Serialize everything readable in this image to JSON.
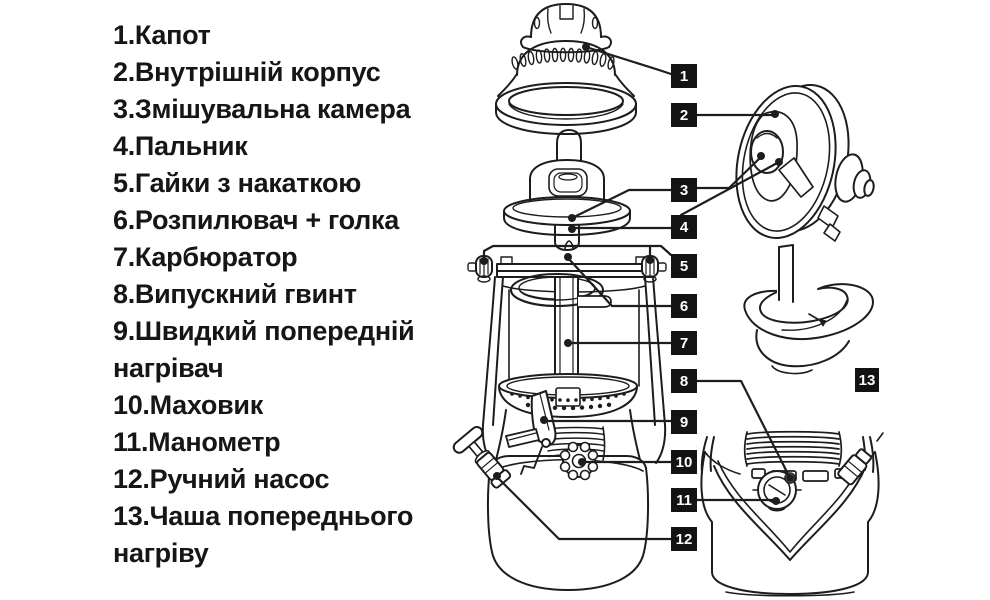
{
  "legend": {
    "items": [
      {
        "text": "1.Капот"
      },
      {
        "text": "2.Внутрішній корпус"
      },
      {
        "text": "3.Змішувальна камера"
      },
      {
        "text": "4.Пальник"
      },
      {
        "text": "5.Гайки з накаткою"
      },
      {
        "text": "6.Розпилювач + голка"
      },
      {
        "text": "7.Карбюратор"
      },
      {
        "text": "8.Випускний гвинт"
      },
      {
        "text": "9.Швидкий попередній нагрівач"
      },
      {
        "text": "10.Маховик"
      },
      {
        "text": "11.Манометр"
      },
      {
        "text": "12.Ручний насос"
      },
      {
        "text": "13.Чаша попереднього нагріву"
      }
    ]
  },
  "callouts": [
    {
      "label": "1"
    },
    {
      "label": "2"
    },
    {
      "label": "3"
    },
    {
      "label": "4"
    },
    {
      "label": "5"
    },
    {
      "label": "6"
    },
    {
      "label": "7"
    },
    {
      "label": "8"
    },
    {
      "label": "9"
    },
    {
      "label": "10"
    },
    {
      "label": "11"
    },
    {
      "label": "12"
    },
    {
      "label": "13"
    }
  ],
  "colors": {
    "ink": "#1d1d1b",
    "callout_bg": "#131313",
    "callout_text": "#ffffff",
    "background": "#ffffff"
  }
}
